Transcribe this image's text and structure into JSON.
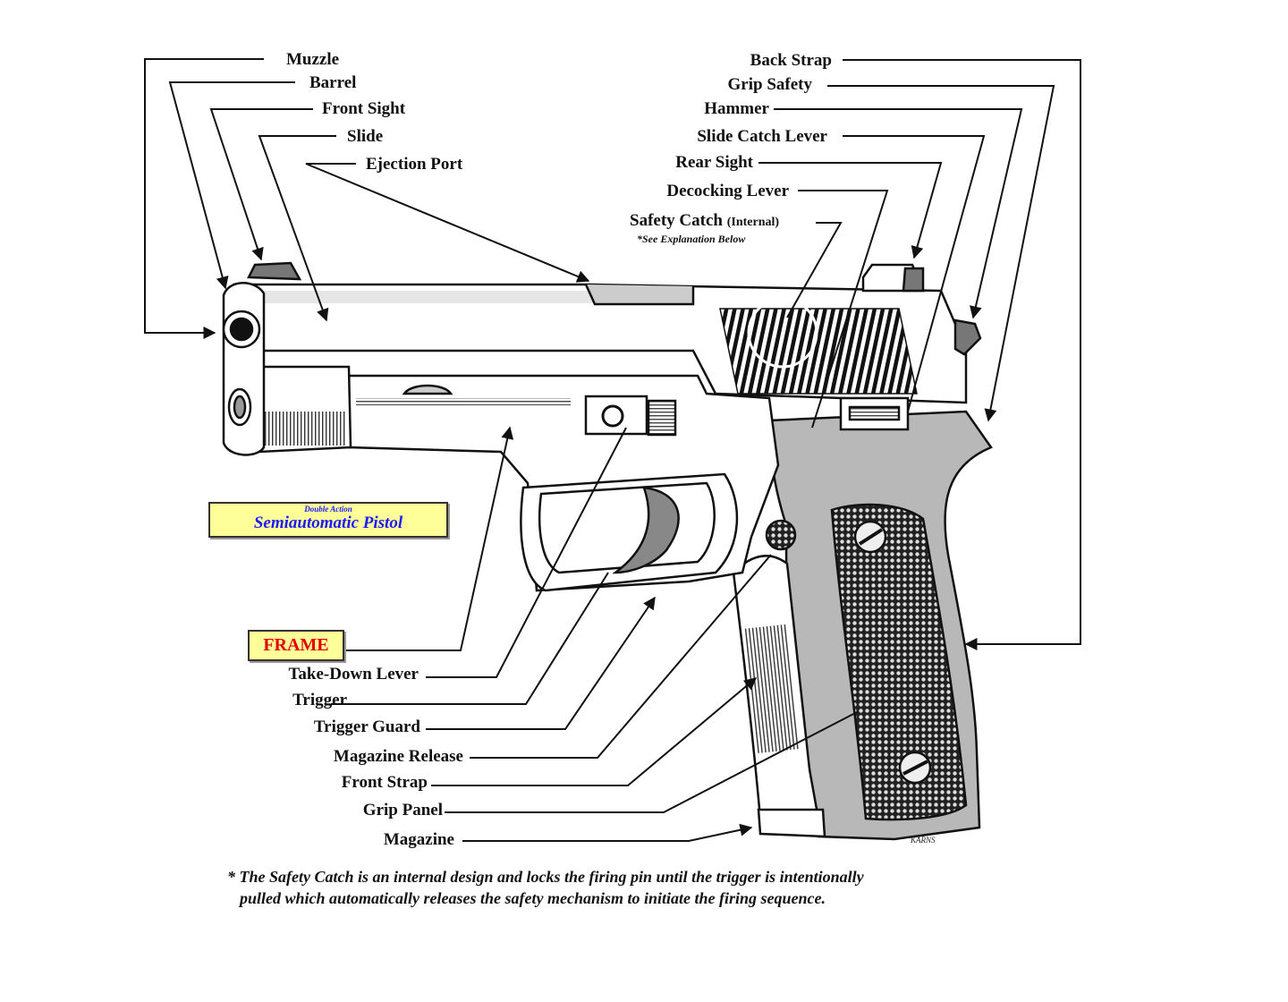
{
  "diagram": {
    "title_small": "Double Action",
    "title_large": "Semiautomatic Pistol",
    "section_label": "FRAME",
    "left_top_labels": [
      {
        "id": "muzzle",
        "label": "Muzzle"
      },
      {
        "id": "barrel",
        "label": "Barrel"
      },
      {
        "id": "front-sight",
        "label": "Front Sight"
      },
      {
        "id": "slide",
        "label": "Slide"
      },
      {
        "id": "ejection-port",
        "label": "Ejection Port"
      }
    ],
    "right_top_labels": [
      {
        "id": "back-strap",
        "label": "Back Strap"
      },
      {
        "id": "grip-safety",
        "label": "Grip Safety"
      },
      {
        "id": "hammer",
        "label": "Hammer"
      },
      {
        "id": "slide-catch-lever",
        "label": "Slide Catch Lever"
      },
      {
        "id": "rear-sight",
        "label": "Rear Sight"
      },
      {
        "id": "decocking-lever",
        "label": "Decocking Lever"
      },
      {
        "id": "safety-catch",
        "label": "Safety Catch",
        "qualifier": "(Internal)",
        "note": "*See Explanation Below"
      }
    ],
    "frame_labels": [
      {
        "id": "take-down-lever",
        "label": "Take-Down Lever"
      },
      {
        "id": "trigger",
        "label": "Trigger"
      },
      {
        "id": "trigger-guard",
        "label": "Trigger Guard"
      },
      {
        "id": "magazine-release",
        "label": "Magazine Release"
      },
      {
        "id": "front-strap",
        "label": "Front Strap"
      },
      {
        "id": "grip-panel",
        "label": "Grip Panel"
      },
      {
        "id": "magazine",
        "label": "Magazine"
      }
    ],
    "footnote_line1": "* The Safety Catch is an internal design and locks the firing pin until the trigger is intentionally",
    "footnote_line2": "pulled which automatically releases the safety mechanism to initiate the firing sequence.",
    "artist_signature": "KARNS",
    "colors": {
      "title_box_bg": "#ffff99",
      "title_text": "#1a1aff",
      "frame_text": "#e00000",
      "grip_gray": "#b8b8b8"
    }
  }
}
